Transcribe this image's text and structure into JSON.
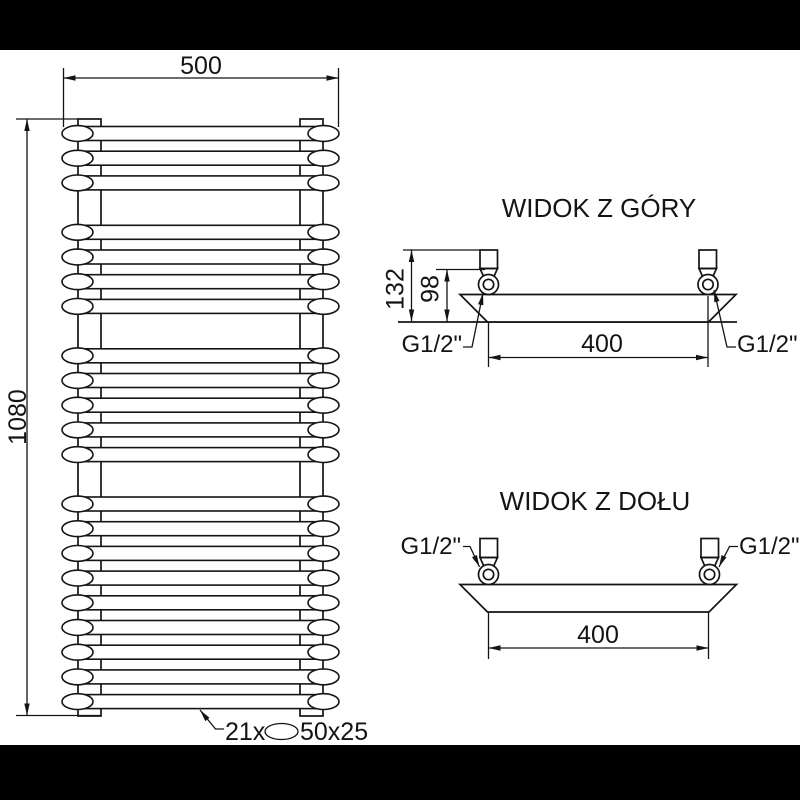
{
  "colors": {
    "line": "#141414",
    "paper": "#ffffff",
    "letterbox": "#000000"
  },
  "front_view": {
    "width_dim": "500",
    "height_dim": "1080",
    "tube_count_label": "21x",
    "tube_size_label": "50x25",
    "tube_count": 21,
    "tube_groups": [
      3,
      4,
      5,
      9
    ]
  },
  "top_view": {
    "title": "WIDOK Z GÓRY",
    "depth_dim": "132",
    "axis_depth_dim": "98",
    "spacing_dim": "400",
    "left_connection": "G1/2\"",
    "right_connection": "G1/2\""
  },
  "bottom_view": {
    "title": "WIDOK Z DOŁU",
    "spacing_dim": "400",
    "left_connection": "G1/2\"",
    "right_connection": "G1/2\""
  }
}
